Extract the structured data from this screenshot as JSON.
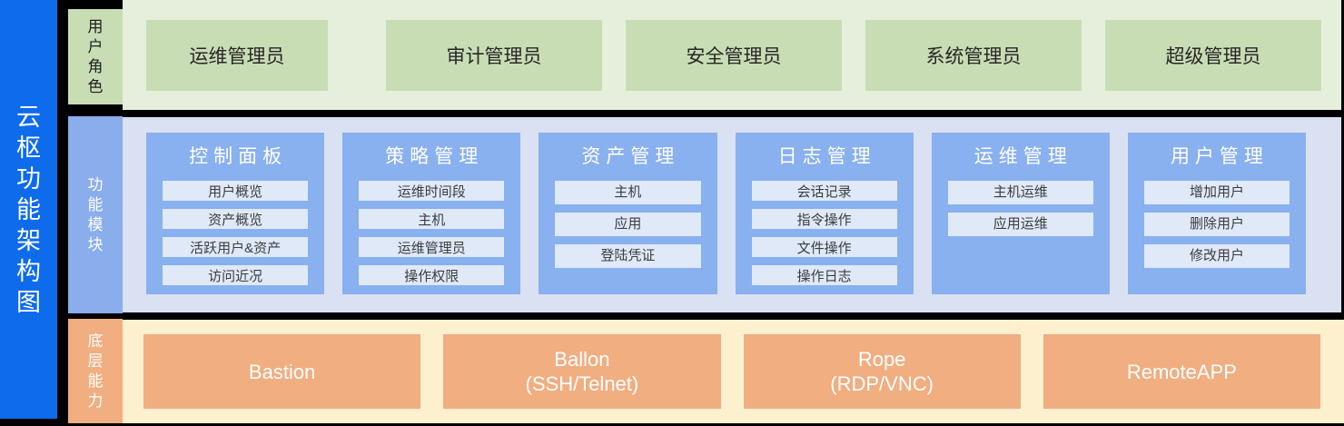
{
  "title": "云枢功能架构图",
  "roles_band": {
    "label": "用户角色",
    "items": [
      "运维管理员",
      "审计管理员",
      "安全管理员",
      "系统管理员",
      "超级管理员"
    ]
  },
  "modules_band": {
    "label": "功能模块",
    "columns": [
      {
        "title": "控制面板",
        "items": [
          "用户概览",
          "资产概览",
          "活跃用户&资产",
          "访问近况"
        ]
      },
      {
        "title": "策略管理",
        "items": [
          "运维时间段",
          "主机",
          "运维管理员",
          "操作权限"
        ]
      },
      {
        "title": "资产管理",
        "items": [
          "主机",
          "应用",
          "登陆凭证"
        ]
      },
      {
        "title": "日志管理",
        "items": [
          "会话记录",
          "指令操作",
          "文件操作",
          "操作日志"
        ]
      },
      {
        "title": "运维管理",
        "items": [
          "主机运维",
          "应用运维"
        ]
      },
      {
        "title": "用户管理",
        "items": [
          "增加用户",
          "删除用户",
          "修改用户"
        ]
      }
    ]
  },
  "capabilities_band": {
    "label": "底层能力",
    "items": [
      {
        "lines": [
          "Bastion"
        ]
      },
      {
        "lines": [
          "Ballon",
          "(SSH/Telnet)"
        ]
      },
      {
        "lines": [
          "Rope",
          "(RDP/VNC)"
        ]
      },
      {
        "lines": [
          "RemoteAPP"
        ]
      }
    ]
  },
  "colors": {
    "sidebar_blue": "#0d6bec",
    "roles_band_bg": "#e5efdc",
    "roles_box_green": "#c9ddb5",
    "modules_band_bg": "#d9e1f3",
    "modules_box_blue": "#89b0ef",
    "module_item_bg": "#dfe9f8",
    "caps_band_bg": "#fdf0cf",
    "caps_box_orange": "#f0ae81",
    "frame_black": "#000000"
  }
}
